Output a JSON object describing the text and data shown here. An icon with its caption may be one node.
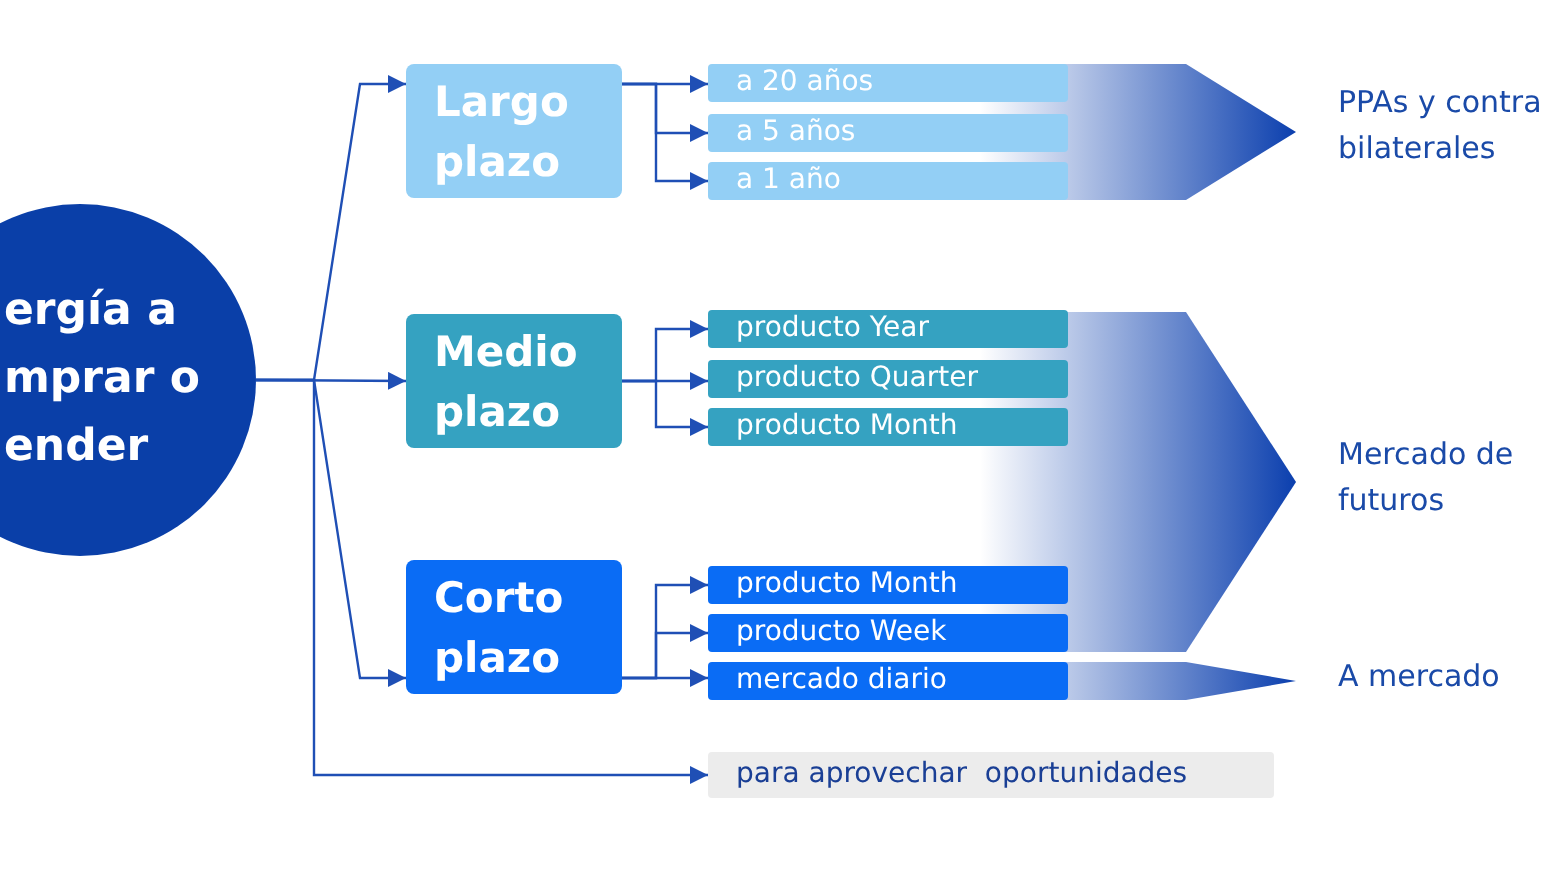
{
  "diagram": {
    "nodes": [
      {
        "text": [
          "ergía a mprar o ender"
        ]
      },
      {
        "text": [
          "Largo plazo"
        ]
      },
      {
        "text": [
          "Medio plazo"
        ]
      },
      {
        "text": [
          "Corto plazo"
        ]
      },
      {
        "text": [
          "a 20 años"
        ]
      },
      {
        "text": [
          "a 5 años"
        ]
      },
      {
        "text": [
          "a 1 año"
        ]
      },
      {
        "text": [
          "producto Year"
        ]
      },
      {
        "text": [
          "producto Quarter"
        ]
      },
      {
        "text": [
          "producto Month"
        ]
      },
      {
        "text": [
          "producto Month"
        ]
      },
      {
        "text": [
          "producto Week"
        ]
      },
      {
        "text": [
          "mercado diario"
        ]
      },
      {
        "text": [
          "para aprovechar  oportunidades"
        ]
      },
      {
        "text": [
          "PPAs y contra bilaterales"
        ]
      },
      {
        "text": [
          "Mercado de futuros"
        ]
      },
      {
        "text": [
          "A mercado"
        ]
      }
    ],
    "edges": [
      {
        "from": 0,
        "to": 1,
        "arrow": "to"
      },
      {
        "from": 0,
        "to": 2,
        "arrow": "to"
      },
      {
        "from": 0,
        "to": 3,
        "arrow": "to"
      },
      {
        "from": 0,
        "to": 13,
        "arrow": "to"
      },
      {
        "from": 1,
        "to": 4,
        "arrow": "to"
      },
      {
        "from": 1,
        "to": 5,
        "arrow": "to"
      },
      {
        "from": 1,
        "to": 6,
        "arrow": "to"
      },
      {
        "from": 2,
        "to": 7,
        "arrow": "to"
      },
      {
        "from": 2,
        "to": 8,
        "arrow": "to"
      },
      {
        "from": 2,
        "to": 9,
        "arrow": "to"
      },
      {
        "from": 3,
        "to": 10,
        "arrow": "to"
      },
      {
        "from": 3,
        "to": 11,
        "arrow": "to"
      },
      {
        "from": 3,
        "to": 12,
        "arrow": "to"
      },
      {
        "from": 4,
        "to": 14,
        "arrow": "to"
      },
      {
        "from": 5,
        "to": 14,
        "arrow": "to"
      },
      {
        "from": 6,
        "to": 14,
        "arrow": "to"
      },
      {
        "from": 7,
        "to": 15,
        "arrow": "to"
      },
      {
        "from": 8,
        "to": 15,
        "arrow": "to"
      },
      {
        "from": 9,
        "to": 15,
        "arrow": "to"
      },
      {
        "from": 10,
        "to": 15,
        "arrow": "to"
      },
      {
        "from": 11,
        "to": 15,
        "arrow": "to"
      },
      {
        "from": 12,
        "to": 16,
        "arrow": "to"
      }
    ]
  }
}
